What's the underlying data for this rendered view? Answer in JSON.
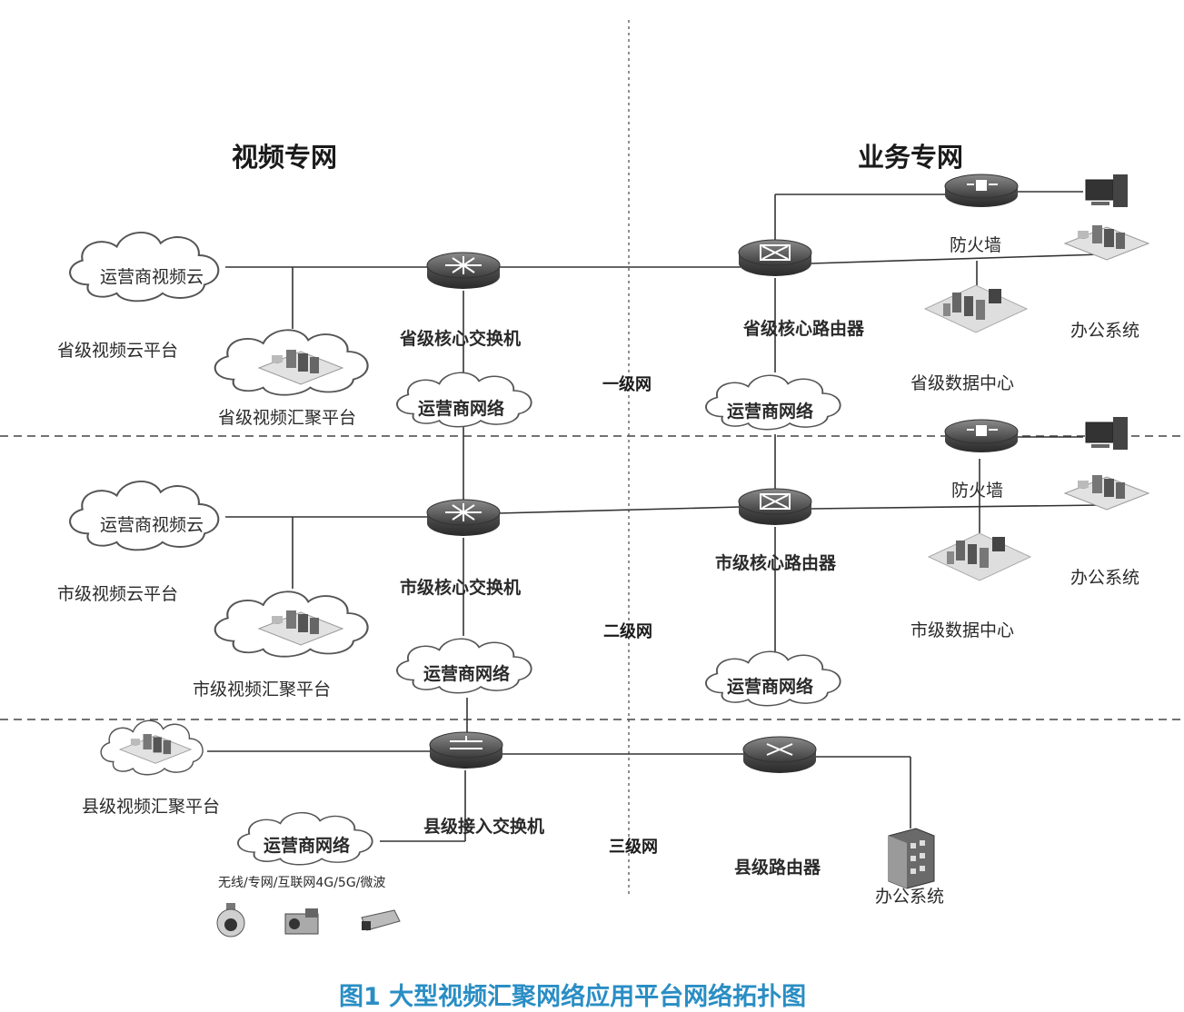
{
  "headers": {
    "video_net": "视频专网",
    "business_net": "业务专网"
  },
  "tiers": {
    "level1": "一级网",
    "level2": "二级网",
    "level3": "三级网"
  },
  "province": {
    "video_cloud": "运营商视频云",
    "video_cloud_platform": "省级视频云平台",
    "aggregation_platform": "省级视频汇聚平台",
    "core_switch": "省级核心交换机",
    "carrier_net_left": "运营商网络",
    "core_router": "省级核心路由器",
    "carrier_net_right": "运营商网络",
    "firewall": "防火墙",
    "office_system": "办公系统",
    "data_center": "省级数据中心"
  },
  "city": {
    "video_cloud": "运营商视频云",
    "video_cloud_platform": "市级视频云平台",
    "aggregation_platform": "市级视频汇聚平台",
    "core_switch": "市级核心交换机",
    "carrier_net_left": "运营商网络",
    "core_router": "市级核心路由器",
    "carrier_net_right": "运营商网络",
    "firewall": "防火墙",
    "office_system": "办公系统",
    "data_center": "市级数据中心"
  },
  "county": {
    "aggregation_platform": "县级视频汇聚平台",
    "access_switch": "县级接入交换机",
    "carrier_net": "运营商网络",
    "access_types": "无线/专网/互联网4G/5G/微波",
    "router": "县级路由器",
    "office_system": "办公系统"
  },
  "icons": [
    "cloud-icon",
    "core-switch-icon",
    "router-icon",
    "firewall-icon",
    "monitor-icon",
    "server-rack-icon",
    "data-center-icon",
    "office-building-icon",
    "dome-camera-icon",
    "box-camera-icon",
    "bullet-camera-icon"
  ],
  "colors": {
    "caption": "#2a8ec4",
    "device_dark": "#4a4a4a",
    "device_light": "#9a9a9a",
    "line": "#333333"
  },
  "caption": "图1 大型视频汇聚网络应用平台网络拓扑图"
}
